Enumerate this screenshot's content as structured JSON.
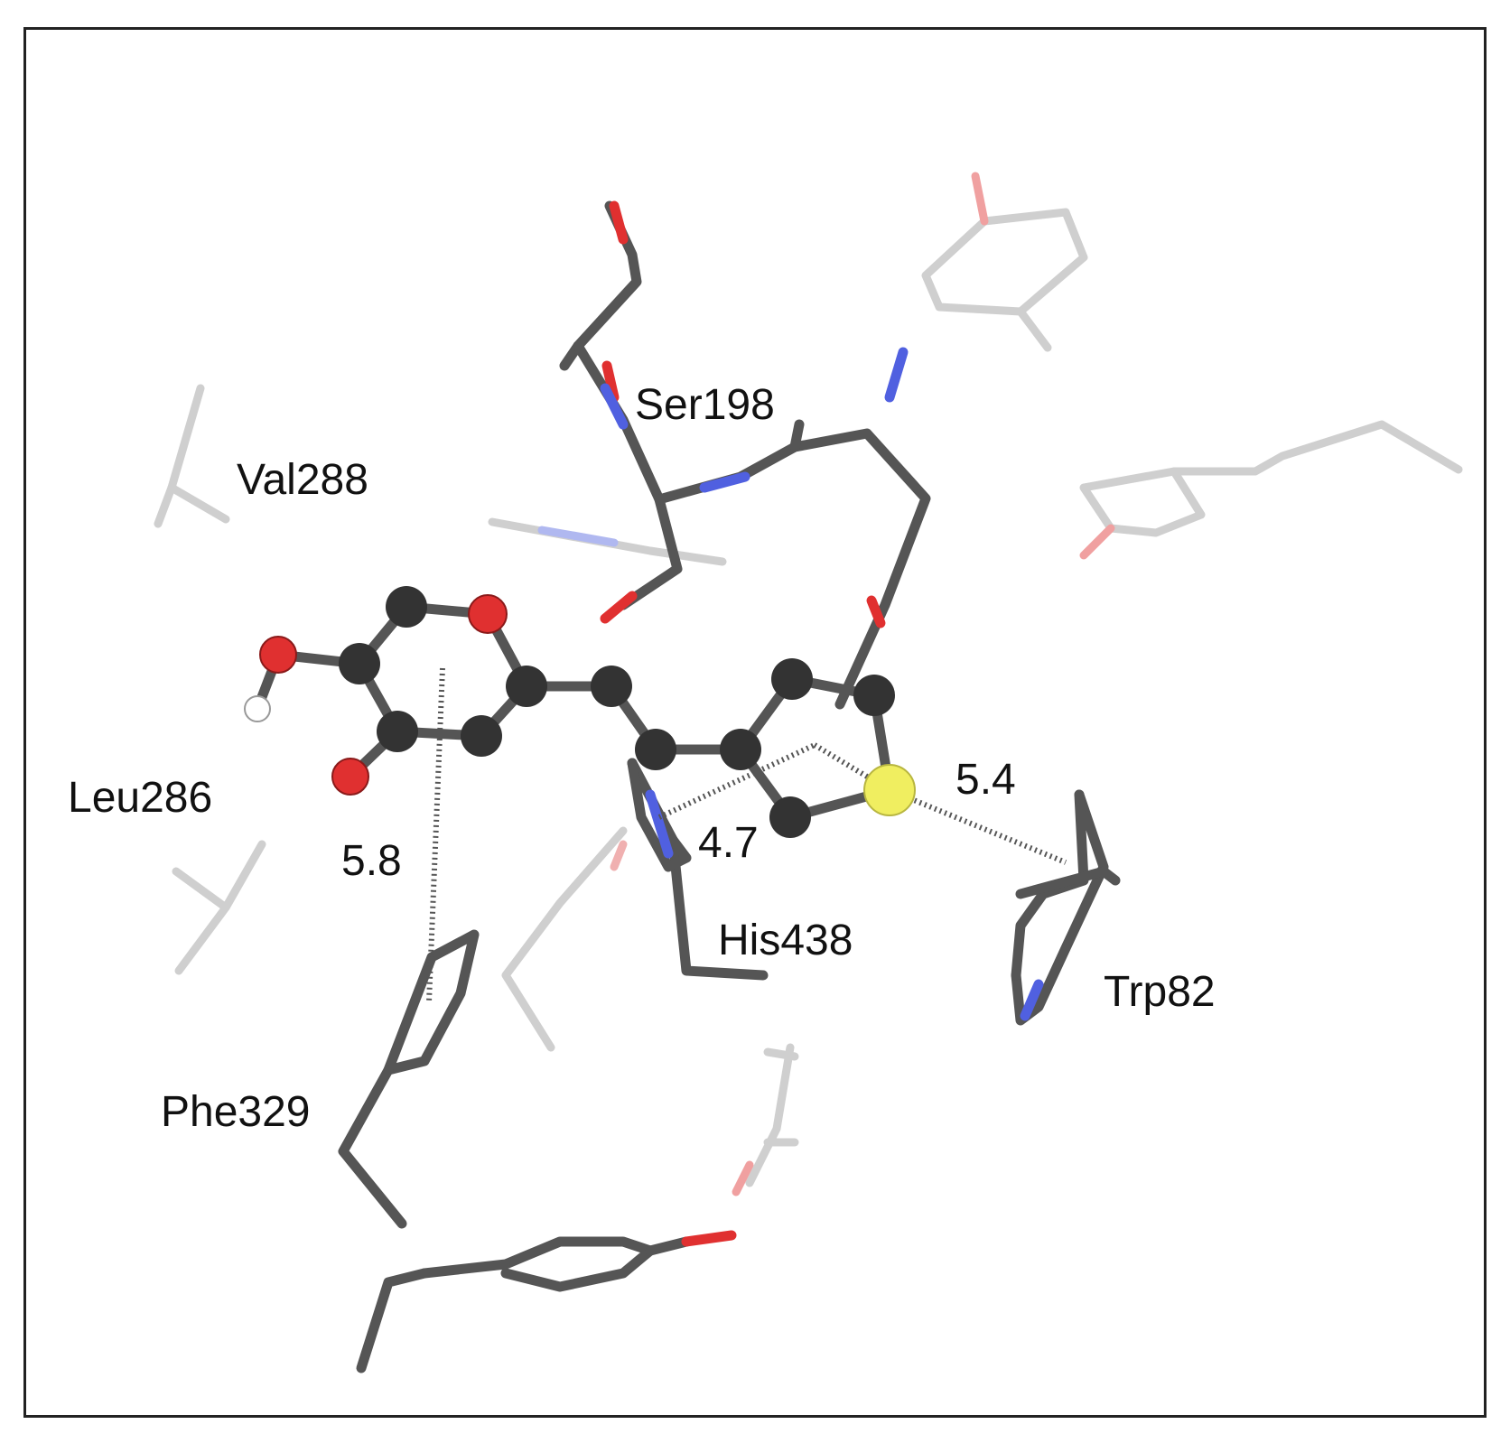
{
  "labels": {
    "ser198": "Ser198",
    "val288": "Val288",
    "leu286": "Leu286",
    "his438": "His438",
    "trp82": "Trp82",
    "phe329": "Phe329"
  },
  "distances": {
    "phe329": "5.8",
    "his438": "4.7",
    "trp82": "5.4"
  },
  "colors": {
    "carbon": "#555555",
    "carbon_faded": "#cfcfcf",
    "oxygen": "#e03030",
    "nitrogen": "#5060e0",
    "sulfur": "#f0ee60",
    "hydrogen": "#ffffff",
    "ligand_atom": "#333333",
    "frame": "#222222"
  }
}
